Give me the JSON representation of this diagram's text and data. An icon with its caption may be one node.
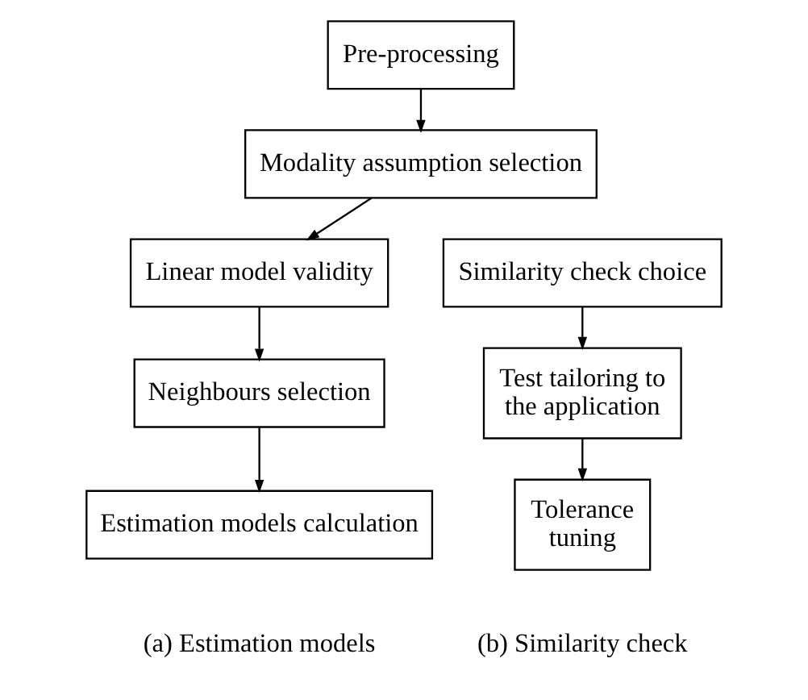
{
  "diagram": {
    "nodes": [
      {
        "text": [
          "Pre-processing"
        ]
      },
      {
        "text": [
          "Modality assumption selection"
        ]
      },
      {
        "text": [
          "Linear model validity"
        ]
      },
      {
        "text": [
          "Neighbours selection"
        ]
      },
      {
        "text": [
          "Estimation models calculation"
        ]
      },
      {
        "text": [
          "Similarity check choice"
        ]
      },
      {
        "text": [
          "Test tailoring to the application"
        ]
      },
      {
        "text": [
          "Tolerance tuning"
        ]
      }
    ],
    "edges": [
      {
        "from": 0,
        "to": 1,
        "arrow": "to"
      },
      {
        "from": 1,
        "to": 2,
        "arrow": "to"
      },
      {
        "from": 2,
        "to": 3,
        "arrow": "to"
      },
      {
        "from": 3,
        "to": 4,
        "arrow": "to"
      },
      {
        "from": 5,
        "to": 6,
        "arrow": "to"
      },
      {
        "from": 6,
        "to": 7,
        "arrow": "to"
      }
    ],
    "labels": [
      "(a) Estimation models",
      "(b) Similarity check"
    ]
  }
}
